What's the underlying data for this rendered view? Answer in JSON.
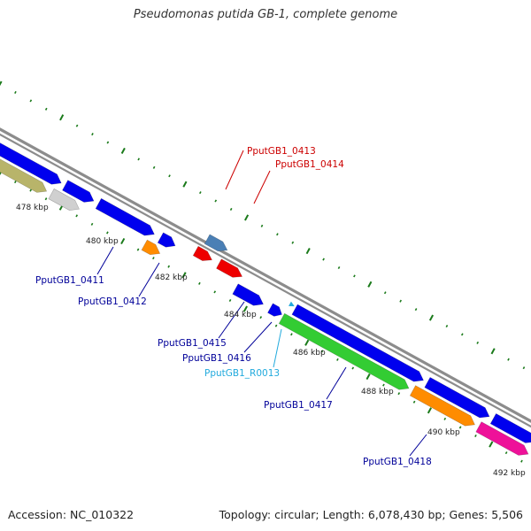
{
  "title": "Pseudomonas putida GB-1, complete genome",
  "footer": {
    "accession": "Accession: NC_010322",
    "summary": "Topology: circular; Length: 6,078,430 bp; Genes: 5,506"
  },
  "colors": {
    "backbone": "#8c8c8c",
    "ticks": "#1a7a1a",
    "blue": "#0000ee",
    "steel": "#4a7fb5",
    "red": "#ee0000",
    "orange": "#ff8c00",
    "green": "#33cc33",
    "olive": "#b8b46a",
    "grey": "#d0d0d0",
    "magenta": "#ee1199",
    "label_red": "#cc0000",
    "label_blue": "#000099",
    "label_cyan": "#22aadd"
  },
  "kbp_labels": [
    "478 kbp",
    "480 kbp",
    "482 kbp",
    "484 kbp",
    "486 kbp",
    "488 kbp",
    "490 kbp",
    "492 kbp"
  ],
  "gene_labels": [
    {
      "name": "PputGB1_0413",
      "color": "label_red"
    },
    {
      "name": "PputGB1_0414",
      "color": "label_red"
    },
    {
      "name": "PputGB1_0411",
      "color": "label_blue"
    },
    {
      "name": "PputGB1_0412",
      "color": "label_blue"
    },
    {
      "name": "PputGB1_0415",
      "color": "label_blue"
    },
    {
      "name": "PputGB1_0416",
      "color": "label_blue"
    },
    {
      "name": "PputGB1_R0013",
      "color": "label_cyan"
    },
    {
      "name": "PputGB1_0417",
      "color": "label_blue"
    },
    {
      "name": "PputGB1_0418",
      "color": "label_blue"
    }
  ]
}
